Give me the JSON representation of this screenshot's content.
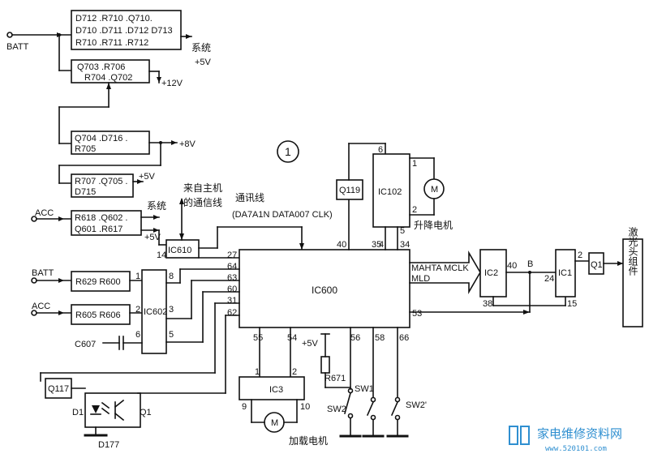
{
  "diagram": {
    "sheet_number": "1",
    "inputs": {
      "batt_top": "BATT",
      "acc_mid": "ACC",
      "batt_mid": "BATT",
      "acc_low": "ACC"
    },
    "blocks": {
      "sys_block": [
        "D712 .R710 .Q710.",
        "D710 .D711 .D712  D713",
        "R710 .R711 .R712"
      ],
      "v12_block": [
        "Q703 .R706",
        "R704 .Q702"
      ],
      "v8_block": [
        "Q704 .D716 .",
        "R705"
      ],
      "v5_block": [
        "R707 .Q705 .",
        "D715"
      ],
      "acc_block": [
        "R618 .Q602 .",
        "Q601 .R617"
      ],
      "r629": "R629  R600",
      "r605": "R605  R606",
      "ic610": "IC610",
      "ic602": "IC602",
      "ic600": "IC600",
      "q119": "Q119",
      "ic102": "IC102",
      "ic2": "IC2",
      "ic1": "IC1",
      "q1": "Q1",
      "ic3": "IC3",
      "q117": "Q117",
      "laser": "激光头组件"
    },
    "rails": {
      "sys5v_label": "系统",
      "sys5v_value": "+5V",
      "v12": "+12V",
      "v8": "+8V",
      "v5a": "+5V",
      "sys_acc": "系统",
      "v5b": "+5V",
      "ic3_5v": "+5V"
    },
    "signals": {
      "from_host": "来自主机",
      "comm_line_cn": "的通信线",
      "comm_line": "通讯线",
      "comm_sigs": "(DA7A1N      DATA007  CLK)",
      "mahta": "MAHTA   MCLK",
      "mld": "MLD",
      "node_b": "B"
    },
    "pins": {
      "p14": "14",
      "p27": "27",
      "p64": "64",
      "p63": "63",
      "p60": "60",
      "p31": "31",
      "p62": "62",
      "p1": "1",
      "p8": "8",
      "p2": "2",
      "p3": "3",
      "p6": "6",
      "p5": "5",
      "p40a": "40",
      "p4": "4",
      "p35": "35",
      "p34": "34",
      "p6b": "6",
      "p5b": "5",
      "p1b": "1",
      "p2b": "2",
      "p40b": "40",
      "p38": "38",
      "p24": "24",
      "p15": "15",
      "p2c": "2",
      "p53": "53",
      "p55": "55",
      "p54": "54",
      "p56": "56",
      "p58": "58",
      "p66": "66",
      "p1c": "1",
      "p2d": "2",
      "p9": "9",
      "p10": "10",
      "m": "M"
    },
    "parts": {
      "c607": "C607",
      "r671": "R671",
      "sw1": "SW1",
      "sw2": "SW2",
      "sw2p": "SW2'",
      "d1": "D1",
      "q1b": "Q1",
      "d177": "D177",
      "lift_motor": "升降电机",
      "load_motor": "加载电机"
    }
  },
  "watermark": {
    "cn": "家电维修资料网",
    "url": "www.520101.com"
  },
  "colors": {
    "ink": "#111111",
    "watermark": "#2f8fd0"
  }
}
